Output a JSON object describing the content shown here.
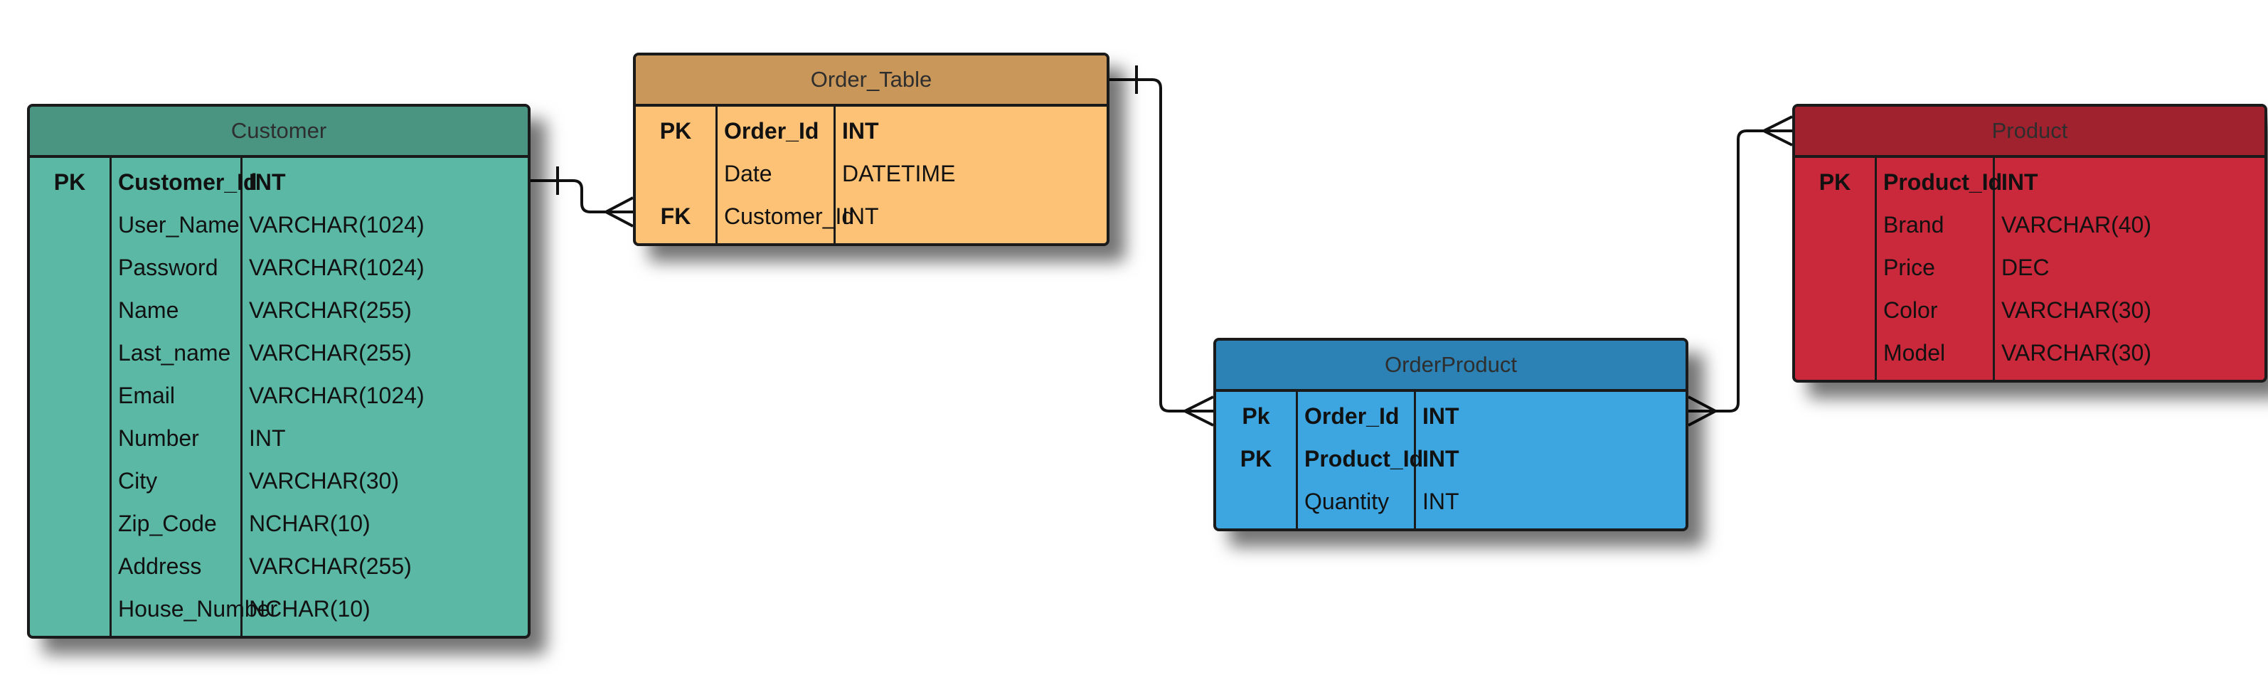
{
  "colors": {
    "customer_header": "#4a9482",
    "customer_body": "#5bb8a5",
    "order_header": "#c9975a",
    "order_body": "#fdc276",
    "orderproduct_header": "#2c82b5",
    "orderproduct_body": "#3da6e0",
    "product_header": "#a1222f",
    "product_body": "#c9293a"
  },
  "entities": {
    "customer": {
      "title": "Customer",
      "rows": [
        {
          "key": "PK",
          "name": "Customer_Id",
          "type": "INT",
          "bold": true
        },
        {
          "key": "",
          "name": "User_Name",
          "type": "VARCHAR(1024)",
          "bold": false
        },
        {
          "key": "",
          "name": "Password",
          "type": "VARCHAR(1024)",
          "bold": false
        },
        {
          "key": "",
          "name": "Name",
          "type": "VARCHAR(255)",
          "bold": false
        },
        {
          "key": "",
          "name": "Last_name",
          "type": "VARCHAR(255)",
          "bold": false
        },
        {
          "key": "",
          "name": "Email",
          "type": "VARCHAR(1024)",
          "bold": false
        },
        {
          "key": "",
          "name": "Number",
          "type": "INT",
          "bold": false
        },
        {
          "key": "",
          "name": "City",
          "type": "VARCHAR(30)",
          "bold": false
        },
        {
          "key": "",
          "name": "Zip_Code",
          "type": "NCHAR(10)",
          "bold": false
        },
        {
          "key": "",
          "name": "Address",
          "type": "VARCHAR(255)",
          "bold": false
        },
        {
          "key": "",
          "name": "House_Number",
          "type": "NCHAR(10)",
          "bold": false
        }
      ]
    },
    "order_table": {
      "title": "Order_Table",
      "rows": [
        {
          "key": "PK",
          "name": "Order_Id",
          "type": "INT",
          "bold": true
        },
        {
          "key": "",
          "name": "Date",
          "type": "DATETIME",
          "bold": false
        },
        {
          "key": "FK",
          "name": "Customer_Id",
          "type": "INT",
          "bold": false
        }
      ]
    },
    "orderproduct": {
      "title": "OrderProduct",
      "rows": [
        {
          "key": "Pk",
          "name": "Order_Id",
          "type": "INT",
          "bold": true
        },
        {
          "key": "PK",
          "name": "Product_Id",
          "type": "INT",
          "bold": true
        },
        {
          "key": "",
          "name": "Quantity",
          "type": "INT",
          "bold": false
        }
      ]
    },
    "product": {
      "title": "Product",
      "rows": [
        {
          "key": "PK",
          "name": "Product_Id",
          "type": "INT",
          "bold": true
        },
        {
          "key": "",
          "name": "Brand",
          "type": "VARCHAR(40)",
          "bold": false
        },
        {
          "key": "",
          "name": "Price",
          "type": "DEC",
          "bold": false
        },
        {
          "key": "",
          "name": "Color",
          "type": "VARCHAR(30)",
          "bold": false
        },
        {
          "key": "",
          "name": "Model",
          "type": "VARCHAR(30)",
          "bold": false
        }
      ]
    }
  },
  "relationships": [
    {
      "from": "customer",
      "to": "order_table",
      "from_end": "one",
      "to_end": "many"
    },
    {
      "from": "order_table",
      "to": "orderproduct",
      "from_end": "one",
      "to_end": "many"
    },
    {
      "from": "orderproduct",
      "to": "product",
      "from_end": "many",
      "to_end": "many"
    }
  ]
}
